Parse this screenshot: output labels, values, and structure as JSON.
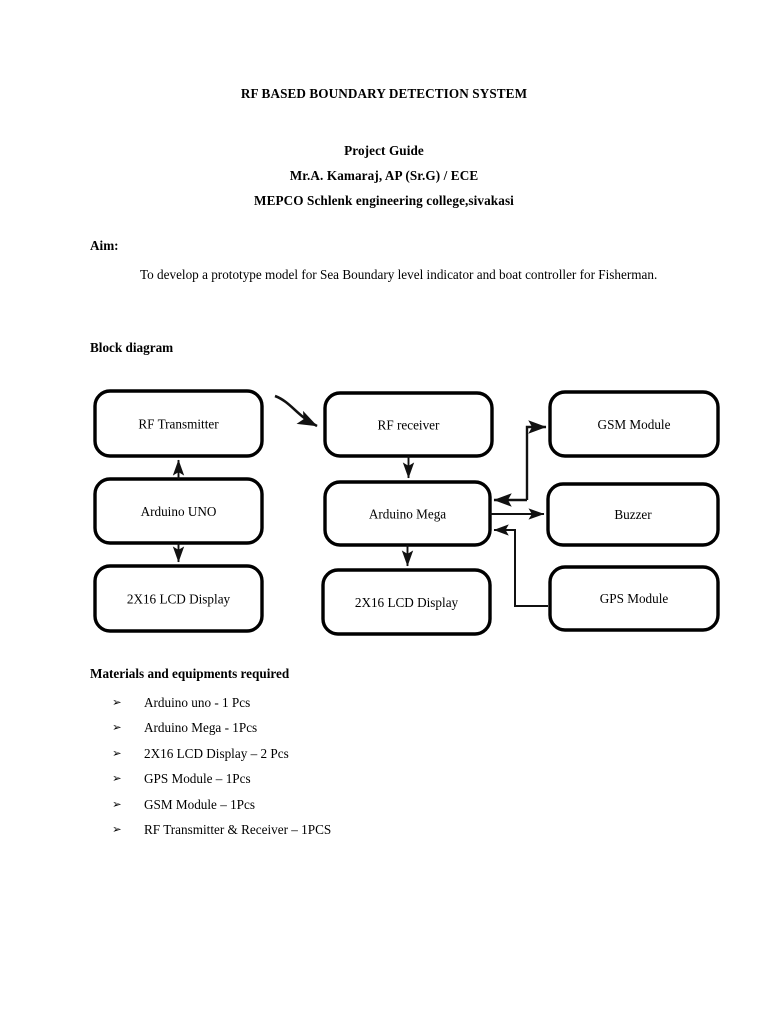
{
  "document": {
    "title": "RF BASED BOUNDARY DETECTION SYSTEM",
    "guide": {
      "heading": "Project Guide",
      "name": "Mr.A. Kamaraj, AP (Sr.G) / ECE",
      "institution": "MEPCO Schlenk engineering college,sivakasi"
    },
    "aim": {
      "label": "Aim:",
      "text": "To develop a prototype model for Sea Boundary level indicator and boat controller for Fisherman."
    },
    "block_diagram": {
      "label": "Block diagram",
      "boxes": {
        "rf_transmitter": "RF Transmitter",
        "arduino_uno": "Arduino UNO",
        "lcd_left": "2X16 LCD Display",
        "rf_receiver": "RF receiver",
        "arduino_mega": "Arduino Mega",
        "lcd_middle": "2X16 LCD Display",
        "gsm_module": "GSM Module",
        "buzzer": "Buzzer",
        "gps_module": "GPS Module"
      }
    },
    "materials": {
      "label": "Materials and equipments required",
      "bullet_glyph": "➢",
      "items": [
        "Arduino uno - 1 Pcs",
        "Arduino Mega - 1Pcs",
        "2X16 LCD Display – 2 Pcs",
        "GPS Module – 1Pcs",
        "GSM Module – 1Pcs",
        "RF Transmitter & Receiver – 1PCS"
      ]
    }
  },
  "colors": {
    "page_background": "#ffffff",
    "text": "#000000",
    "box_stroke": "#000000",
    "connector": "#1a1a1a"
  }
}
